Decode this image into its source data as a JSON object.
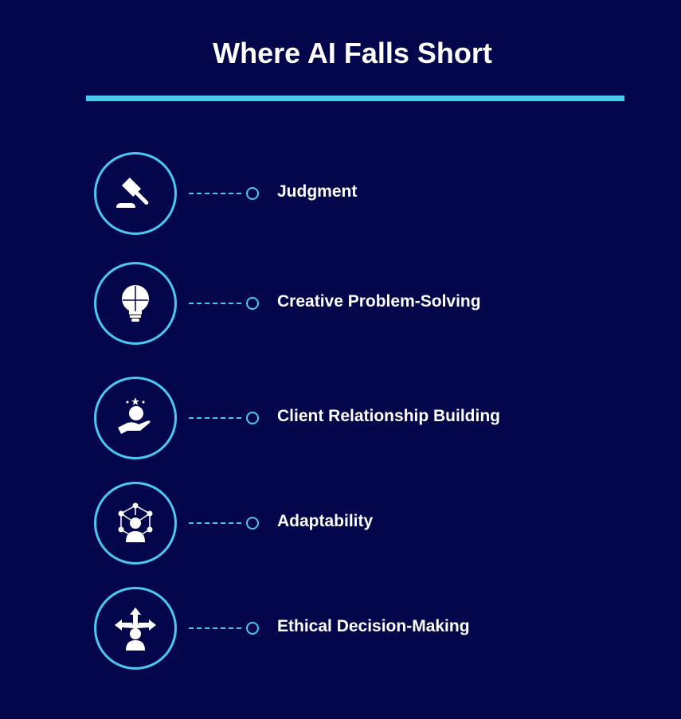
{
  "title": "Where AI Falls Short",
  "colors": {
    "background": "#03064a",
    "accent": "#4cc8f0",
    "text": "#ffffff"
  },
  "items": [
    {
      "label": "Judgment",
      "icon": "gavel-icon"
    },
    {
      "label": "Creative Problem-Solving",
      "icon": "puzzle-lightbulb-icon"
    },
    {
      "label": "Client Relationship Building",
      "icon": "hand-holding-person-icon"
    },
    {
      "label": "Adaptability",
      "icon": "person-network-icon"
    },
    {
      "label": "Ethical Decision-Making",
      "icon": "person-arrows-icon"
    }
  ]
}
